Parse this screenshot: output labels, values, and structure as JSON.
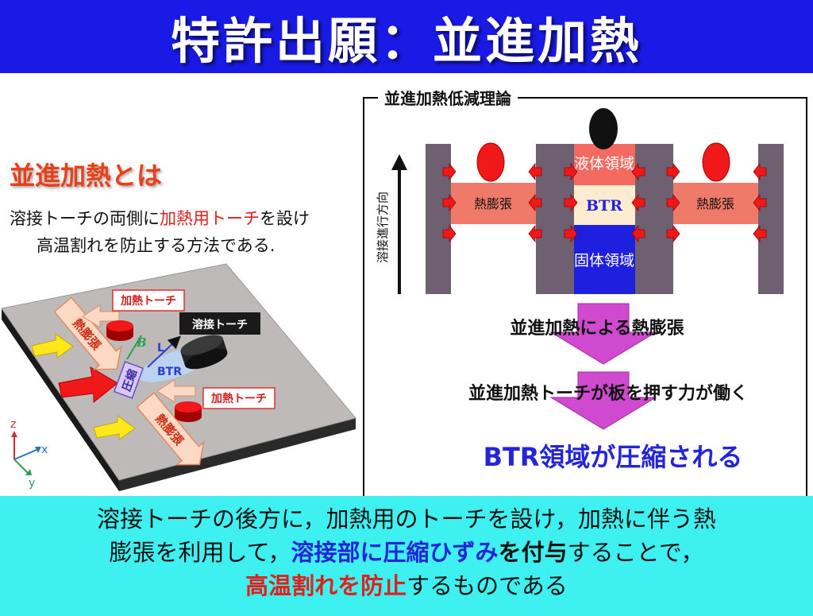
{
  "title": "特許出願：並進加熱",
  "left": {
    "heading": "並進加熱とは",
    "desc_pre": "溶接トーチの両側に",
    "desc_highlight": "加熱用トーチ",
    "desc_post": "を設け",
    "desc_line2": "高温割れを防止する方法である."
  },
  "diagram_left": {
    "heating_torch_label_1": "加熱トーチ",
    "heating_torch_label_2": "加熱トーチ",
    "welding_torch_label": "溶接トーチ",
    "expansion_label_1": "熱膨張",
    "expansion_label_2": "熱膨張",
    "compression_label": "圧縮",
    "btr_label": "BTR",
    "b_label": "B",
    "l_label": "L",
    "axis_z": "z",
    "axis_x": "x",
    "axis_y": "y"
  },
  "theory": {
    "title": "並進加熱低減理論",
    "direction_label": "溶接進行方向",
    "liquid_region": "液体領域",
    "btr": "BTR",
    "solid_region": "固体領域",
    "expansion_left": "熱膨張",
    "expansion_right": "熱膨張",
    "step1": "並進加熱による熱膨張",
    "step2": "並進加熱トーチが板を押す力が働く",
    "step3": "BTR領域が圧縮される"
  },
  "summary": {
    "line1": "溶接トーチの後方に，加熱用のトーチを設け，加熱に伴う熱",
    "line2_pre": "膨張を利用して，",
    "line2_blue": "溶接部に圧縮ひずみ",
    "line2_mid": "を付与",
    "line2_post": "することで，",
    "line3_red": "高温割れを防止",
    "line3_post": "するものである"
  },
  "colors": {
    "title_bg": "#1a1ae6",
    "summary_bg": "#3ff0f0",
    "heading_orange": "#e8401a",
    "highlight_red": "#e0201a",
    "btr_blue": "#2424d8",
    "column_gray": "#6e6070",
    "expansion_salmon": "#f07a6a",
    "liquid_salmon": "#f46a60",
    "btr_cream": "#fdecd0",
    "solid_blue": "#1f1fe0",
    "arrow_magenta": "#d04ad0"
  }
}
